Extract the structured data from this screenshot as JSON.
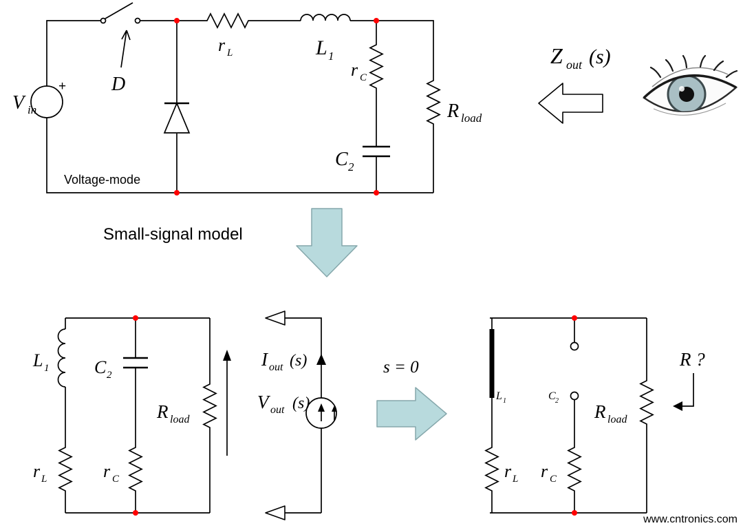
{
  "colors": {
    "junction": "#ff0000",
    "arrow_fill": "#b8dadd",
    "arrow_stroke": "#85a7ab",
    "watermark": "#a3d7a0"
  },
  "annotations": {
    "voltage_mode": "Voltage-mode",
    "small_signal": "Small-signal model",
    "s_zero": "s = 0",
    "r_question": "R ?",
    "plus": "+",
    "duty": "D"
  },
  "labels": {
    "vin": {
      "main": "V",
      "sub": "in"
    },
    "rl": {
      "main": "r",
      "sub": "L"
    },
    "l1": {
      "main": "L",
      "sub": "1"
    },
    "rc": {
      "main": "r",
      "sub": "C"
    },
    "c2": {
      "main": "C",
      "sub": "2"
    },
    "rload": {
      "main": "R",
      "sub": "load"
    },
    "zout": {
      "main": "Z",
      "sub": "out",
      "arg": "(s)"
    },
    "iout": {
      "main": "I",
      "sub": "out",
      "arg": "(s)"
    },
    "vout": {
      "main": "V",
      "sub": "out",
      "arg": "(s)"
    }
  },
  "watermark": "www.cntronics.com"
}
